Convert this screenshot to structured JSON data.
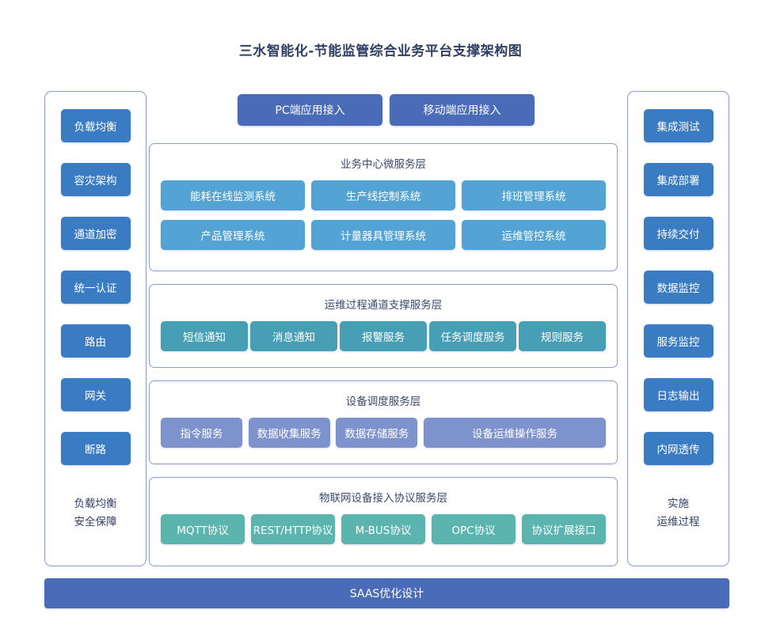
{
  "title": "三水智能化-节能监管综合业务平台支撑架构图",
  "colors": {
    "title_text": "#2f3f63",
    "panel_border": "#8a9cc8",
    "sidebar_button": "#3a7cc4",
    "access_button": "#4a6bb8",
    "business_cell": "#53a3d4",
    "ops_cell": "#469fb5",
    "device_cell": "#7e93ce",
    "protocol_cell": "#5bb5ae",
    "bottom_bar": "#4a6bb8",
    "background": "#ffffff"
  },
  "left_column": {
    "items": [
      {
        "label": "负载均衡"
      },
      {
        "label": "容灾架构"
      },
      {
        "label": "通道加密"
      },
      {
        "label": "统一认证"
      },
      {
        "label": "路由"
      },
      {
        "label": "网关"
      },
      {
        "label": "断路"
      }
    ],
    "footer_line1": "负载均衡",
    "footer_line2": "安全保障"
  },
  "right_column": {
    "items": [
      {
        "label": "集成测试"
      },
      {
        "label": "集成部署"
      },
      {
        "label": "持续交付"
      },
      {
        "label": "数据监控"
      },
      {
        "label": "服务监控"
      },
      {
        "label": "日志输出"
      },
      {
        "label": "内网透传"
      }
    ],
    "footer_line1": "实施",
    "footer_line2": "运维过程"
  },
  "top_access": {
    "buttons": [
      {
        "label": "PC端应用接入"
      },
      {
        "label": "移动端应用接入"
      }
    ]
  },
  "layers": [
    {
      "id": "business",
      "title": "业务中心微服务层",
      "rows": [
        [
          {
            "label": "能耗在线监测系统"
          },
          {
            "label": "生产线控制系统"
          },
          {
            "label": "排班管理系统"
          }
        ],
        [
          {
            "label": "产品管理系统"
          },
          {
            "label": "计量器具管理系统"
          },
          {
            "label": "运维管控系统"
          }
        ]
      ]
    },
    {
      "id": "ops",
      "title": "运维过程通道支撑服务层",
      "rows": [
        [
          {
            "label": "短信通知"
          },
          {
            "label": "消息通知"
          },
          {
            "label": "报警服务"
          },
          {
            "label": "任务调度服务"
          },
          {
            "label": "规则服务"
          }
        ]
      ]
    },
    {
      "id": "device",
      "title": "设备调度服务层",
      "rows": [
        [
          {
            "label": "指令服务"
          },
          {
            "label": "数据收集服务"
          },
          {
            "label": "数据存储服务"
          },
          {
            "label": "设备运维操作服务"
          }
        ]
      ]
    },
    {
      "id": "protocol",
      "title": "物联网设备接入协议服务层",
      "rows": [
        [
          {
            "label": "MQTT协议"
          },
          {
            "label": "REST/HTTP协议"
          },
          {
            "label": "M-BUS协议"
          },
          {
            "label": "OPC协议"
          },
          {
            "label": "协议扩展接口"
          }
        ]
      ]
    }
  ],
  "bottom_bar": {
    "label": "SAAS优化设计"
  }
}
